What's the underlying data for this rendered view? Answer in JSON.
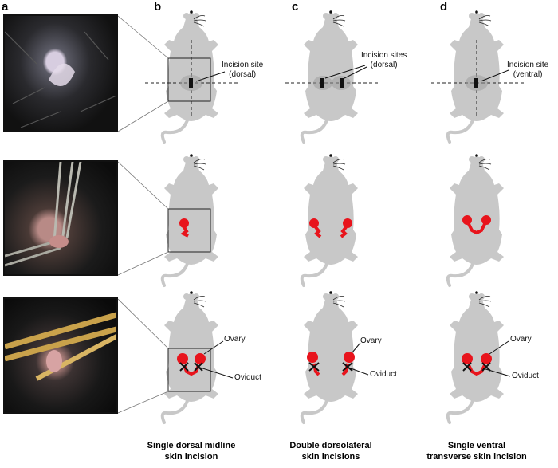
{
  "panels": {
    "a": "a",
    "b": "b",
    "c": "c",
    "d": "d"
  },
  "labels": {
    "incision_b_1": "Incision site",
    "incision_b_2": "(dorsal)",
    "incision_c_1": "Incision sites",
    "incision_c_2": "(dorsal)",
    "incision_d_1": "Incision site",
    "incision_d_2": "(ventral)",
    "ovary": "Ovary",
    "oviduct": "Oviduct"
  },
  "captions": {
    "b_1": "Single dorsal midline",
    "b_2": "skin incision",
    "c_1": "Double dorsolateral",
    "c_2": "skin incisions",
    "d_1": "Single ventral",
    "d_2": "transverse skin incision"
  },
  "colors": {
    "mouse": "#c8c8c8",
    "organ": "#e8141c",
    "photo_dark": "#1a1a1a"
  }
}
